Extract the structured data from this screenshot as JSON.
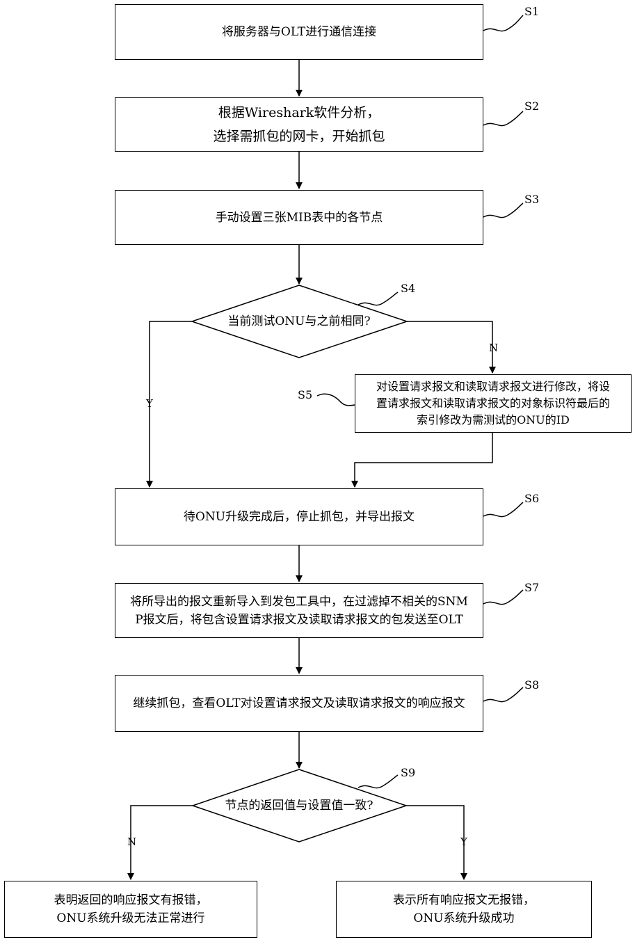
{
  "steps": {
    "s1": {
      "label": "S1",
      "text": "将服务器与OLT进行通信连接"
    },
    "s2": {
      "label": "S2",
      "line1": "根据Wireshark软件分析，",
      "line2": "选择需抓包的网卡，开始抓包"
    },
    "s3": {
      "label": "S3",
      "text": "手动设置三张MIB表中的各节点"
    },
    "s4": {
      "label": "S4",
      "text": "当前测试ONU与之前相同?"
    },
    "s5": {
      "label": "S5",
      "line1": "对设置请求报文和读取请求报文进行修改，将设",
      "line2": "置请求报文和读取请求报文的对象标识符最后的",
      "line3": "索引修改为需测试的ONU的ID"
    },
    "s6": {
      "label": "S6",
      "text": "待ONU升级完成后，停止抓包，并导出报文"
    },
    "s7": {
      "label": "S7",
      "line1": "将所导出的报文重新导入到发包工具中，在过滤掉不相关的SNM",
      "line2": "P报文后，将包含设置请求报文及读取请求报文的包发送至OLT"
    },
    "s8": {
      "label": "S8",
      "text": "继续抓包，查看OLT对设置请求报文及读取请求报文的响应报文"
    },
    "s9": {
      "label": "S9",
      "text": "节点的返回值与设置值一致?"
    }
  },
  "outcomes": {
    "fail": {
      "line1": "表明返回的响应报文有报错，",
      "line2": "ONU系统升级无法正常进行"
    },
    "success": {
      "line1": "表示所有响应报文无报错，",
      "line2": "ONU系统升级成功"
    }
  },
  "branches": {
    "s4_yes": "Y",
    "s4_no": "N",
    "s9_no": "N",
    "s9_yes": "Y"
  }
}
